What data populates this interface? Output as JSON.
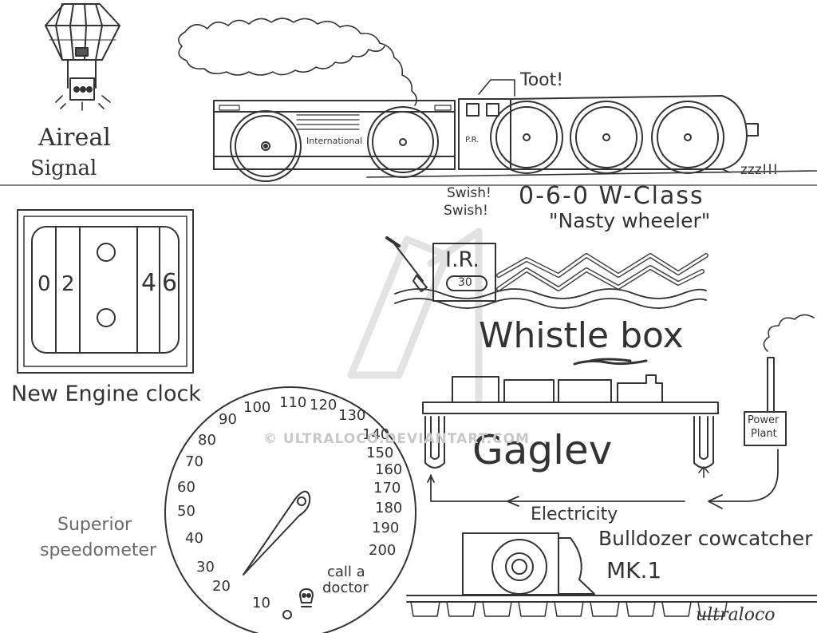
{
  "aerial_signal": {
    "line1": "Aireal",
    "line2": "Signal"
  },
  "train": {
    "toot": "Toot!",
    "zzz": "zzz!!!",
    "car_label": "International",
    "car_label_2": "P.R.",
    "swish1": "Swish!",
    "swish2": "Swish!",
    "wheel_arrangement": "0-6-0 W-Class",
    "nickname": "\"Nasty wheeler\""
  },
  "clock": {
    "digits": [
      "0",
      "2",
      "4",
      "6"
    ],
    "caption": "New Engine clock"
  },
  "whistle_box": {
    "sign": "I.R.",
    "value": "30",
    "caption": "Whistle box"
  },
  "speedometer": {
    "caption_line1": "Superior",
    "caption_line2": "speedometer",
    "scale": [
      "10",
      "20",
      "30",
      "40",
      "50",
      "60",
      "70",
      "80",
      "90",
      "100",
      "110",
      "120",
      "130",
      "140",
      "150",
      "160",
      "170",
      "180",
      "190",
      "200"
    ],
    "warning_line1": "call a",
    "warning_line2": "doctor"
  },
  "gaglev": {
    "title": "Gaglev",
    "power_plant_line1": "Power",
    "power_plant_line2": "Plant",
    "electricity": "Electricity"
  },
  "cowcatcher": {
    "line1": "Bulldozer cowcatcher",
    "line2": "MK.1"
  },
  "watermark": "© ULTRALOCO.DEVIANTART.COM",
  "signature": "ultraloco"
}
